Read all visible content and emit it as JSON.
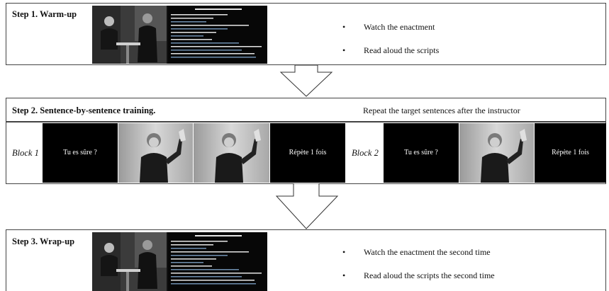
{
  "step1": {
    "title": "Step 1. Warm-up",
    "bullets": [
      "Watch the enactment",
      "Read aloud the scripts"
    ]
  },
  "step2": {
    "title": "Step 2. Sentence-by-sentence training.",
    "instruction": "Repeat the target sentences after the instructor",
    "blocks": [
      {
        "label": "Block 1",
        "sentence": "Tu es sûre ?",
        "prompt": "Répète 1 fois"
      },
      {
        "label": "Block 2",
        "sentence": "Tu es sûre ?",
        "prompt": "Répète 1 fois"
      }
    ]
  },
  "step3": {
    "title": "Step 3. Wrap-up",
    "bullets": [
      "Watch the enactment the second time",
      "Read aloud the scripts the second time"
    ]
  },
  "colors": {
    "border": "#444444",
    "panel_bg": "#000000",
    "script_text_white": "#e6e6e6",
    "script_text_blue": "#6f8fb0"
  },
  "icons": [
    "bullet-dot",
    "down-arrow"
  ]
}
